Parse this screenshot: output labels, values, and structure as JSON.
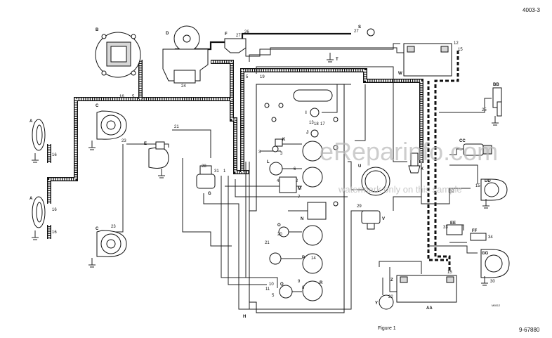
{
  "header": {
    "doc_id": "4003-3"
  },
  "footer": {
    "caption": "Figure 1",
    "ref": "9-67880",
    "small_code": "M6512"
  },
  "watermark": {
    "main": "eReparinfo.com",
    "sub": "watermark only on this sample"
  },
  "components": {
    "A1": "A",
    "A2": "A",
    "B": "B",
    "C1": "C",
    "C2": "C",
    "D": "D",
    "E": "E",
    "F": "F",
    "G": "G",
    "H": "H",
    "I": "I",
    "J": "J",
    "K": "K",
    "L": "L",
    "M": "M",
    "N": "N",
    "O": "O",
    "P": "P",
    "Q": "Q",
    "R": "R",
    "S": "S",
    "T": "T",
    "U": "U",
    "V": "V",
    "W": "W",
    "X": "X",
    "Y": "Y",
    "Z": "Z",
    "AA": "AA",
    "BB": "BB",
    "CC": "CC",
    "DD": "DD",
    "EE": "EE",
    "FF": "FF",
    "GG": "GG"
  },
  "wire_numbers": {
    "n16a": "16",
    "n16b": "16",
    "n16c": "16",
    "n16d": "16",
    "n5a": "5",
    "n5b": "5",
    "n5c": "5",
    "n19": "19",
    "n21a": "21",
    "n21b": "21",
    "n23a": "23",
    "n23b": "23",
    "n24": "24",
    "n26": "26",
    "n27a": "27",
    "n27b": "27",
    "n25": "25",
    "n12a": "12",
    "n15a": "15",
    "n15b": "15",
    "n15c": "15",
    "n3a": "3",
    "n3b": "3",
    "n28": "28",
    "n31": "31",
    "n18": "18",
    "n17": "17",
    "n20": "20",
    "n14": "14",
    "n32": "32",
    "n33": "33",
    "n34": "34",
    "n29": "29",
    "n30": "30",
    "n22": "22",
    "n10": "10",
    "n1": "1",
    "n2": "2",
    "n4": "4",
    "n6": "6",
    "n7": "7",
    "n8": "8",
    "n9": "9",
    "n11": "11",
    "n13": "13"
  }
}
